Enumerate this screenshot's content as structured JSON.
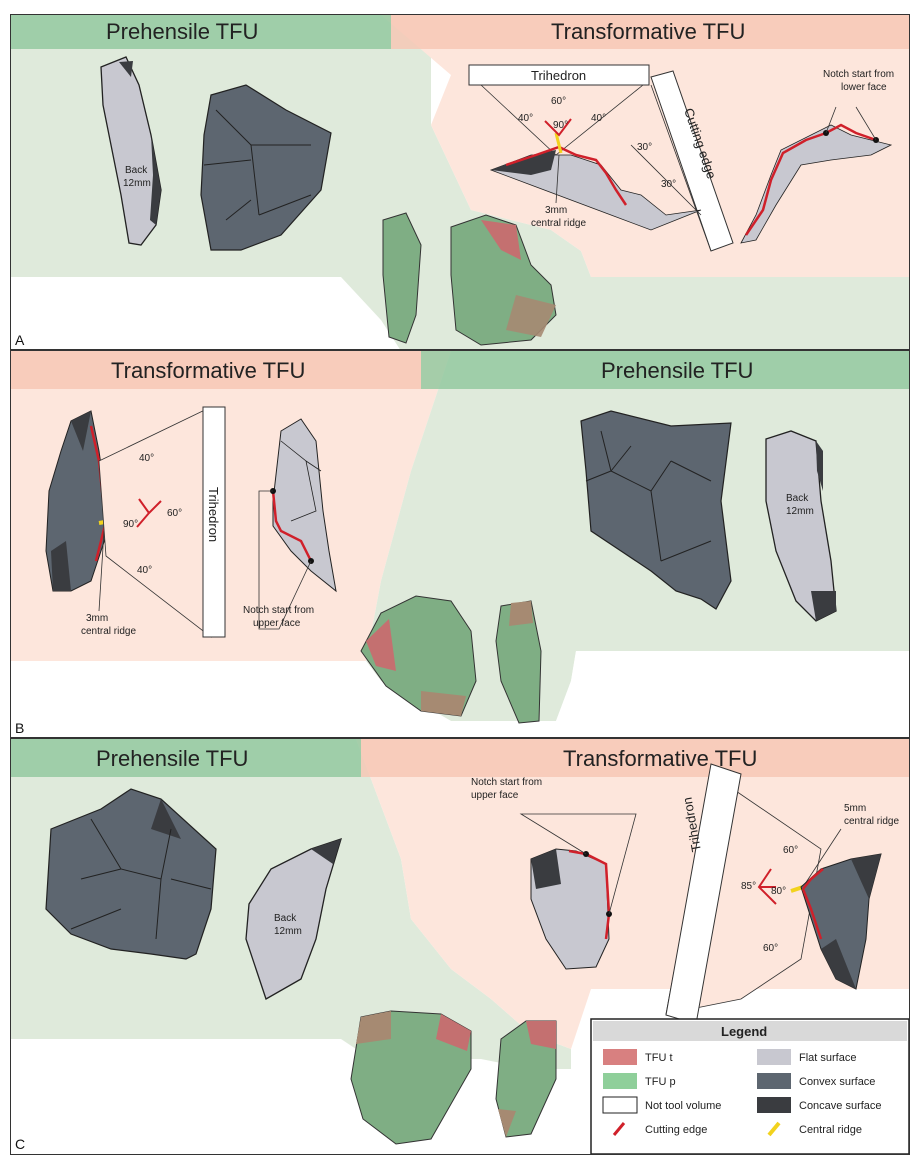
{
  "colors": {
    "prehensile_bg": "#dfeadb",
    "prehensile_header": "#8ec79c",
    "transform_bg": "#fde6dc",
    "transform_header": "#f6c6b3",
    "flat": "#c8c8d0",
    "convex": "#5d6670",
    "concave": "#3a3c40",
    "tfu_t": "#d88080",
    "tfu_p": "#8fcf9a",
    "cutting_edge": "#d0202a",
    "central_ridge": "#f2d21d"
  },
  "panel_a": {
    "letter": "A",
    "left_title": "Prehensile TFU",
    "right_title": "Transformative TFU",
    "back_label_1": "Back",
    "back_label_2": "12mm",
    "trihedron": "Trihedron",
    "cutting_edge": "Cutting edge",
    "angles": [
      "60°",
      "40°",
      "90°",
      "40°",
      "30°",
      "30°"
    ],
    "ridge_label_1": "3mm",
    "ridge_label_2": "central ridge",
    "notch_label_1": "Notch start from",
    "notch_label_2": "lower face"
  },
  "panel_b": {
    "letter": "B",
    "left_title": "Transformative TFU",
    "right_title": "Prehensile TFU",
    "back_label_1": "Back",
    "back_label_2": "12mm",
    "trihedron": "Trihedron",
    "angles": [
      "40°",
      "90°",
      "60°",
      "40°"
    ],
    "ridge_label_1": "3mm",
    "ridge_label_2": "central ridge",
    "notch_label_1": "Notch start from",
    "notch_label_2": "upper face"
  },
  "panel_c": {
    "letter": "C",
    "left_title": "Prehensile TFU",
    "right_title": "Transformative TFU",
    "back_label_1": "Back",
    "back_label_2": "12mm",
    "trihedron": "Trihedron",
    "angles": [
      "60°",
      "85°",
      "80°",
      "60°"
    ],
    "ridge_label_1": "5mm",
    "ridge_label_2": "central ridge",
    "notch_label_1": "Notch start from",
    "notch_label_2": "upper face"
  },
  "legend": {
    "title": "Legend",
    "items": [
      {
        "label": "TFU t",
        "swatch": "tfu_t"
      },
      {
        "label": "Flat surface",
        "swatch": "flat"
      },
      {
        "label": "TFU p",
        "swatch": "tfu_p"
      },
      {
        "label": "Convex surface",
        "swatch": "convex"
      },
      {
        "label": "Not tool volume",
        "swatch": "none"
      },
      {
        "label": "Concave surface",
        "swatch": "concave"
      },
      {
        "label": "Cutting edge",
        "swatch": "cutting_edge"
      },
      {
        "label": "Central ridge",
        "swatch": "central_ridge"
      }
    ]
  }
}
